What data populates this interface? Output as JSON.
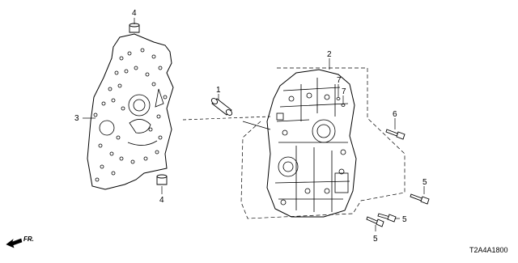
{
  "diagram": {
    "callouts": {
      "plate_left": "3",
      "dowel_top": "4",
      "dowel_bottom": "4",
      "pin": "1",
      "valve_body": "2",
      "orifice_a": "7",
      "orifice_b": "7",
      "bolt_upper": "6",
      "bolt_right": "5",
      "bolt_middle": "5",
      "bolt_lower": "5"
    },
    "direction_label": "FR.",
    "catalog_code": "T2A4A1800"
  },
  "colors": {
    "line": "#000000",
    "background": "#ffffff"
  }
}
